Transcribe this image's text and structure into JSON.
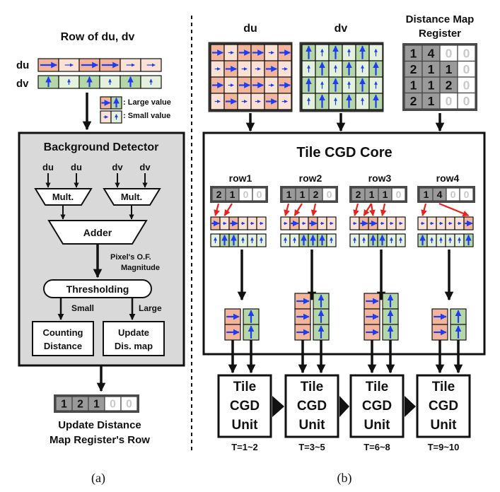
{
  "colors": {
    "du": "#f2b59c",
    "du_light": "#fbe0d4",
    "dv": "#b5d6a7",
    "dv_light": "#e3f1dd",
    "arrow_blue": "#1e3df0",
    "arrow_red": "#e8231c",
    "panel_gray": "#d9d9d9",
    "dark_cell": "#9a9a9a"
  },
  "panel_a": {
    "title": "Row of du, dv",
    "du_label": "du",
    "dv_label": "dv",
    "du_large": [
      1,
      0,
      1,
      1,
      0,
      0
    ],
    "dv_large": [
      1,
      0,
      1,
      0,
      1,
      0
    ],
    "legend_large": ": Large value",
    "legend_small": ": Small value",
    "detector_title": "Background Detector",
    "inputs": [
      "du",
      "du",
      "dv",
      "dv"
    ],
    "mult1": "Mult.",
    "mult2": "Mult.",
    "adder": "Adder",
    "magnitude_line1": "Pixel's O.F.",
    "magnitude_line2": "Magnitude",
    "thresholding": "Thresholding",
    "small": "Small",
    "large": "Large",
    "counting_line1": "Counting",
    "counting_line2": "Distance",
    "update_line1": "Update",
    "update_line2": "Dis. map",
    "output_row": [
      "1",
      "2",
      "1",
      "0",
      "0"
    ],
    "caption_line1": "Update Distance",
    "caption_line2": "Map Register's Row",
    "sub_caption": "(a)"
  },
  "panel_b": {
    "du_title": "du",
    "dv_title": "dv",
    "dm_title_line1": "Distance Map",
    "dm_title_line2": "Register",
    "du_grid": [
      [
        1,
        0,
        1,
        1,
        0,
        1
      ],
      [
        0,
        1,
        0,
        0,
        1,
        0
      ],
      [
        1,
        0,
        1,
        1,
        0,
        1
      ],
      [
        0,
        1,
        0,
        0,
        1,
        0
      ]
    ],
    "dv_grid": [
      [
        1,
        0,
        1,
        0,
        1,
        0
      ],
      [
        0,
        1,
        0,
        1,
        0,
        1
      ],
      [
        1,
        0,
        1,
        0,
        1,
        0
      ],
      [
        0,
        1,
        0,
        1,
        0,
        1
      ]
    ],
    "distance_map": [
      [
        "1",
        "4",
        "0",
        "0"
      ],
      [
        "2",
        "1",
        "1",
        "0"
      ],
      [
        "1",
        "1",
        "2",
        "0"
      ],
      [
        "2",
        "1",
        "0",
        "0"
      ]
    ],
    "core_title": "Tile CGD Core",
    "rows": [
      {
        "label": "row1",
        "values": [
          "2",
          "1",
          "0",
          "0"
        ],
        "time": "T=1~2"
      },
      {
        "label": "row2",
        "values": [
          "1",
          "1",
          "2",
          "0"
        ],
        "time": "T=3~5"
      },
      {
        "label": "row3",
        "values": [
          "2",
          "1",
          "1",
          "0"
        ],
        "time": "T=6~8"
      },
      {
        "label": "row4",
        "values": [
          "1",
          "4",
          "0",
          "0"
        ],
        "time": "T=9~10"
      }
    ],
    "unit_line1": "Tile",
    "unit_line2": "CGD",
    "unit_line3": "Unit",
    "sub_caption": "(b)"
  }
}
